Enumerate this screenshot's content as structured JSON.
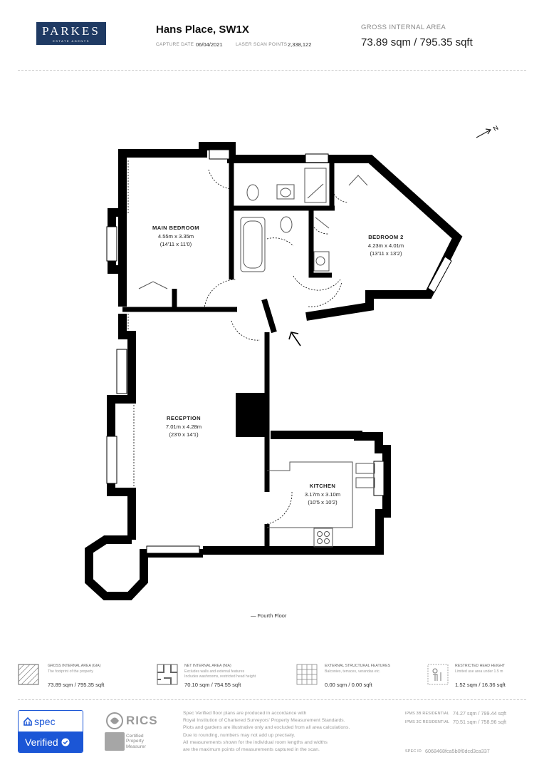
{
  "header": {
    "logo_name": "PARKES",
    "logo_sub": "ESTATE AGENTS",
    "address": "Hans Place, SW1X",
    "capture_date_label": "CAPTURE DATE",
    "capture_date": "06/04/2021",
    "scan_points_label": "LASER SCAN POINTS",
    "scan_points": "2,338,122",
    "gia_label": "GROSS INTERNAL AREA",
    "gia_value": "73.89 sqm / 795.35 sqft"
  },
  "compass_label": "N",
  "rooms": [
    {
      "name": "MAIN BEDROOM",
      "dims": "4.55m x 3.35m",
      "imperial": "(14'11 x 11'0)"
    },
    {
      "name": "BEDROOM 2",
      "dims": "4.23m x 4.01m",
      "imperial": "(13'11 x 13'2)"
    },
    {
      "name": "RECEPTION",
      "dims": "7.01m x 4.28m",
      "imperial": "(23'0 x 14'1)"
    },
    {
      "name": "KITCHEN",
      "dims": "3.17m x 3.10m",
      "imperial": "(10'5 x 10'2)"
    }
  ],
  "floor_label": "— Fourth Floor",
  "footer_stats": [
    {
      "title": "GROSS INTERNAL AREA (GIA)",
      "sub": [
        "The footprint of the property"
      ],
      "value": "73.89 sqm / 795.35 sqft",
      "icon": "gia-hatch-icon"
    },
    {
      "title": "NET INTERNAL AREA (NIA)",
      "sub": [
        "Excludes walls and external features",
        "Includes washrooms, restricted head height"
      ],
      "value": "70.10 sqm / 754.55 sqft",
      "icon": "nia-plan-icon"
    },
    {
      "title": "EXTERNAL STRUCTURAL FEATURES",
      "sub": [
        "Balconies, terraces, verandas etc."
      ],
      "value": "0.00 sqm / 0.00 sqft",
      "icon": "grid-icon"
    },
    {
      "title": "RESTRICTED HEAD HEIGHT",
      "sub": [
        "Limited use area under 1.5 m"
      ],
      "value": "1.52 sqm / 16.36 sqft",
      "icon": "head-height-icon"
    }
  ],
  "badges": {
    "spec_name": "spec",
    "spec_verified": "Verified",
    "rics_name": "RICS",
    "rics_cert": [
      "Certified",
      "Property",
      "Measurer"
    ]
  },
  "disclaimer": [
    "Spec Verified floor plans are produced in accordance with",
    "Royal Institution of Chartered Surveyors' Property Measurement Standards.",
    "Plots and gardens are illustrative only and excluded from all area calculations.",
    "Due to rounding, numbers may not add up precisely.",
    "All measurements shown for the individual room lengths and widths",
    "are the maximum points of measurements captured in the scan."
  ],
  "ipms": [
    {
      "label": "IPMS 3B RESIDENTIAL",
      "value": "74.27 sqm / 799.44 sqft"
    },
    {
      "label": "IPMS 3C RESIDENTIAL",
      "value": "70.51 sqm / 758.96 sqft"
    }
  ],
  "spec_id": {
    "label": "SPEC ID",
    "value": "6068468fca5b0f0dcd3ca337"
  }
}
